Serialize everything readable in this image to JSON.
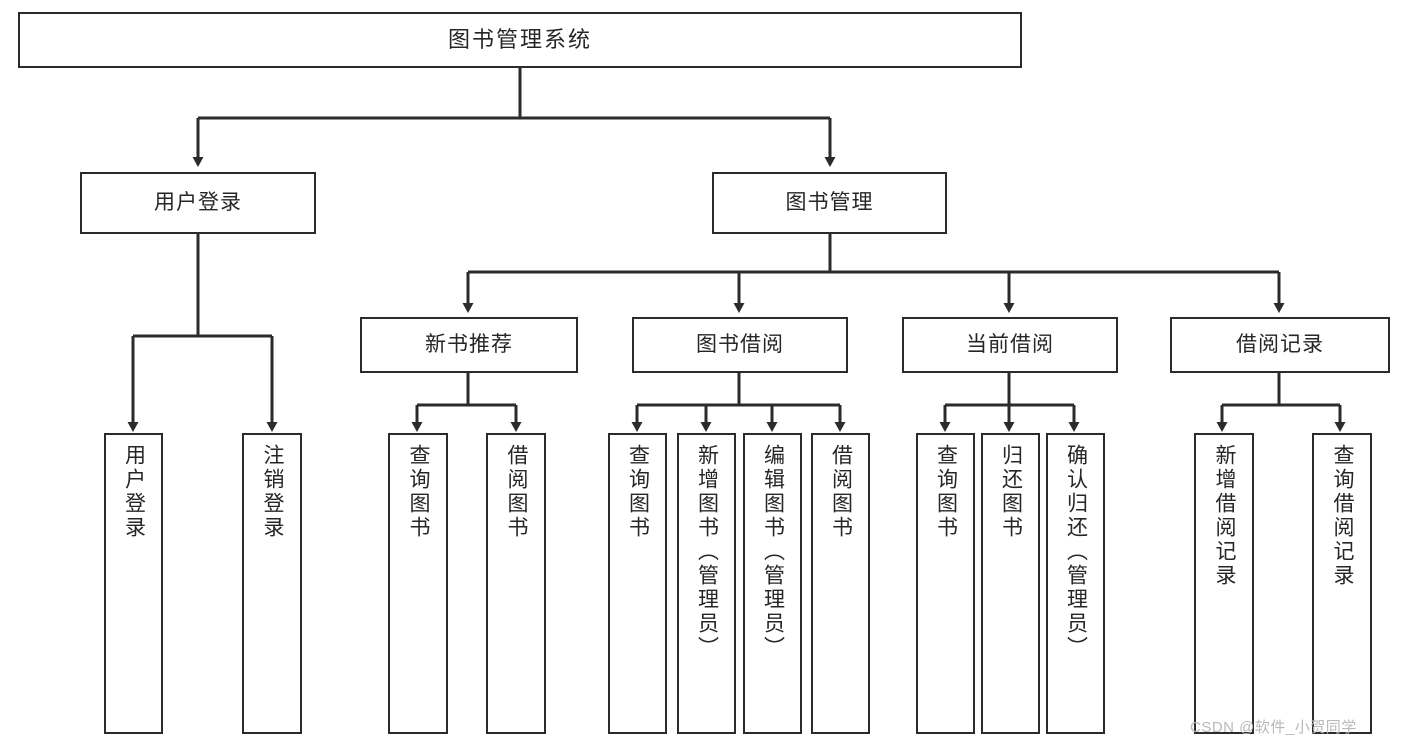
{
  "diagram": {
    "type": "tree",
    "title": "图书管理系统",
    "root": {
      "label": "图书管理系统"
    },
    "level1": [
      {
        "label": "用户登录"
      },
      {
        "label": "图书管理"
      }
    ],
    "level2": [
      {
        "label": "新书推荐",
        "parent": "图书管理"
      },
      {
        "label": "图书借阅",
        "parent": "图书管理"
      },
      {
        "label": "当前借阅",
        "parent": "图书管理"
      },
      {
        "label": "借阅记录",
        "parent": "图书管理"
      }
    ],
    "leaves": {
      "user_login": [
        {
          "label": "用户登录"
        },
        {
          "label": "注销登录"
        }
      ],
      "new_book_recommend": [
        {
          "label": "查询图书"
        },
        {
          "label": "借阅图书"
        }
      ],
      "book_borrow": [
        {
          "label": "查询图书"
        },
        {
          "label": "新增图书（管理员）"
        },
        {
          "label": "编辑图书（管理员）"
        },
        {
          "label": "借阅图书"
        }
      ],
      "current_borrow": [
        {
          "label": "查询图书"
        },
        {
          "label": "归还图书"
        },
        {
          "label": "确认归还（管理员）"
        }
      ],
      "borrow_record": [
        {
          "label": "新增借阅记录"
        },
        {
          "label": "查询借阅记录"
        }
      ]
    }
  },
  "watermark": {
    "text": "CSDN @软件_小贺同学"
  },
  "colors": {
    "stroke": "#2b2b2b",
    "fill": "#ffffff",
    "text": "#262626",
    "watermark": "#b9b9b9"
  }
}
